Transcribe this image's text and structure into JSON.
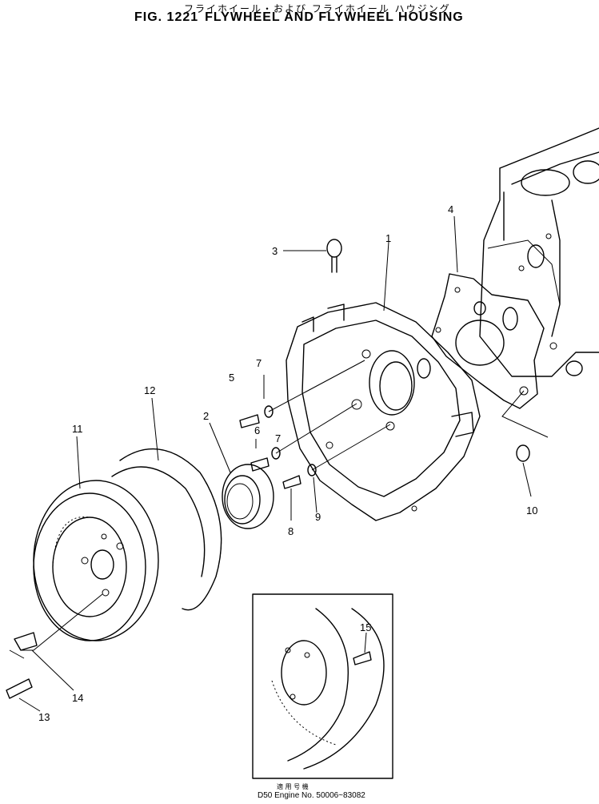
{
  "header": {
    "japanese_title": "フライホイール・および フライホイール ハウジング",
    "fig_number": "FIG. 1221",
    "title": "FLYWHEEL AND FLYWHEEL HOUSING"
  },
  "callouts": [
    "1",
    "2",
    "3",
    "4",
    "5",
    "6",
    "7",
    "7",
    "8",
    "9",
    "10",
    "11",
    "12",
    "13",
    "14",
    "15"
  ],
  "footer": {
    "japanese": "適 用 号 機",
    "engine_range": "D50 Engine No. 50006~83082"
  }
}
